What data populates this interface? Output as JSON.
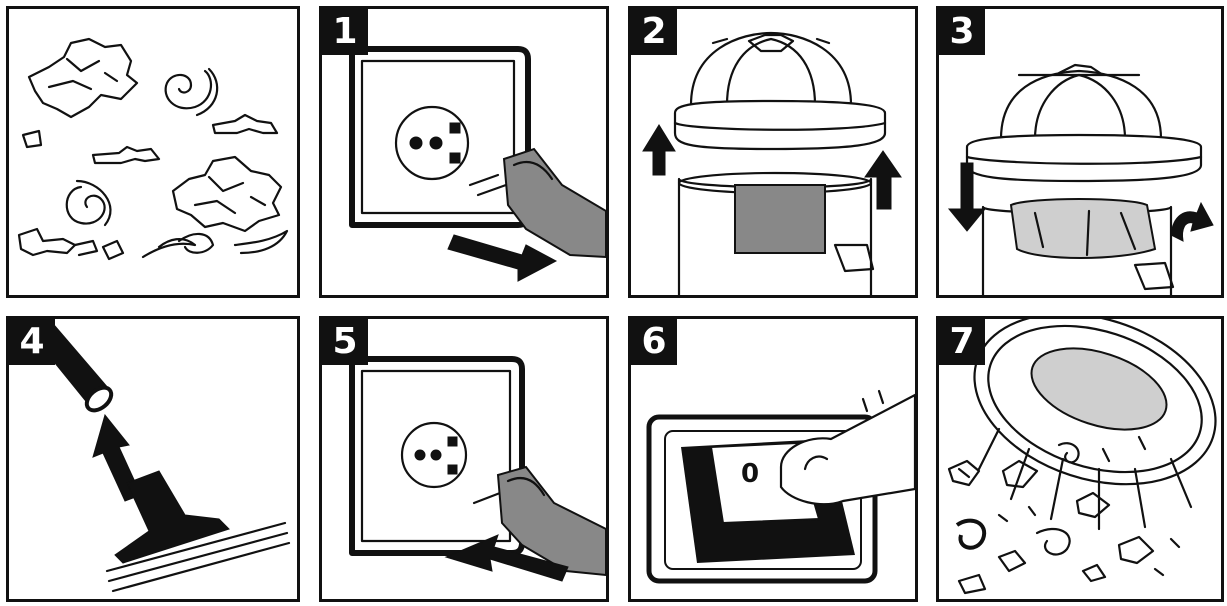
{
  "steps": [
    {
      "label": ""
    },
    {
      "label": "1"
    },
    {
      "label": "2"
    },
    {
      "label": "3"
    },
    {
      "label": "4"
    },
    {
      "label": "5"
    },
    {
      "label": "6"
    },
    {
      "label": "7"
    }
  ],
  "switch_symbol": "0",
  "colors": {
    "ink": "#111111",
    "paper": "#ffffff",
    "shade": "#888888",
    "light_shade": "#cfcfcf"
  }
}
